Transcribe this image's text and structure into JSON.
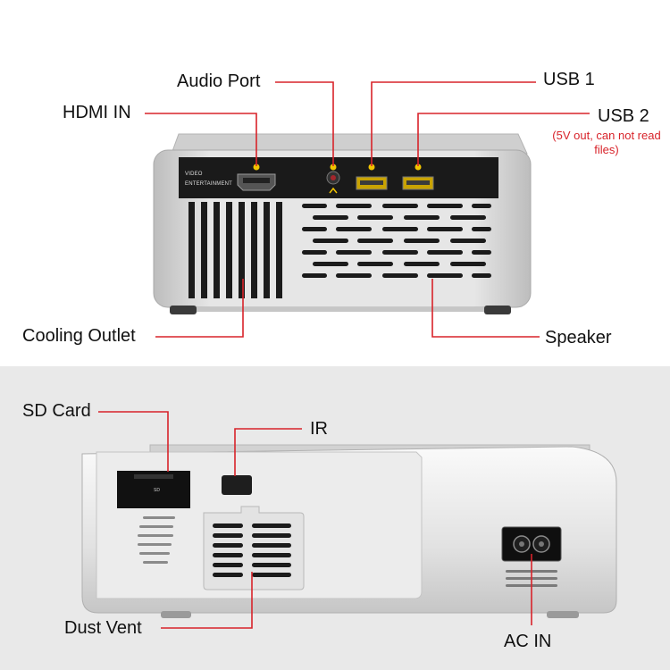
{
  "labels": {
    "audio_port": "Audio Port",
    "usb1": "USB 1",
    "hdmi_in": "HDMI IN",
    "usb2": "USB 2",
    "usb2_note": "(5V out, can not read files)",
    "cooling_outlet": "Cooling Outlet",
    "speaker": "Speaker",
    "sd_card": "SD Card",
    "ir": "IR",
    "dust_vent": "Dust Vent",
    "ac_in": "AC IN"
  },
  "device_print": {
    "line1": "VIDEO",
    "line2": "ENTERTAINMENT",
    "sd_slot": "SD"
  },
  "colors": {
    "callout_line": "#d8232a",
    "bottom_background": "#e9e9e9",
    "body_silver": "#d9d9d9",
    "panel_black": "#1a1a1a"
  }
}
